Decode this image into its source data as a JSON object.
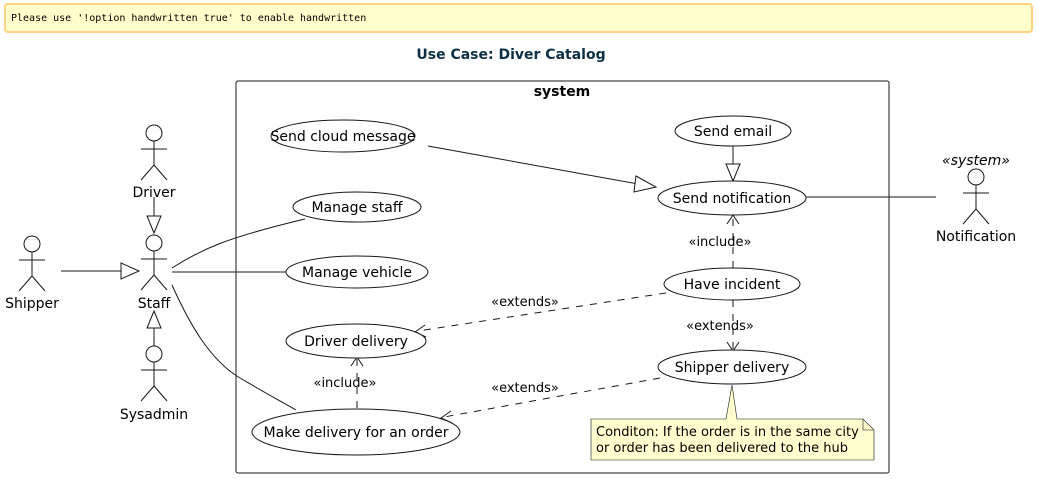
{
  "warning": "Please use '!option handwritten true' to enable handwritten",
  "title": "Use Case: Diver Catalog",
  "system_label": "system",
  "actors": {
    "shipper": "Shipper",
    "staff": "Staff",
    "driver": "Driver",
    "sysadmin": "Sysadmin",
    "notification": "Notification",
    "notification_stereotype": "«system»"
  },
  "use_cases": {
    "send_cloud_message": "Send cloud message",
    "send_email": "Send email",
    "manage_staff": "Manage staff",
    "send_notification": "Send notification",
    "manage_vehicle": "Manage vehicle",
    "have_incident": "Have incident",
    "driver_delivery": "Driver delivery",
    "shipper_delivery": "Shipper delivery",
    "make_delivery": "Make delivery for an order"
  },
  "relations": {
    "include_notification": "«include»",
    "extends_driver": "«extends»",
    "extends_shipper": "«extends»",
    "include_driver": "«include»",
    "extends_make": "«extends»"
  },
  "note": {
    "line1": "Conditon: If the order is in the same city",
    "line2": "or order has been delivered to the hub"
  },
  "colors": {
    "warning_bg": "#ffffcc",
    "warning_border": "#ffd27f",
    "title": "#0b2f44",
    "note_bg": "#fefece"
  }
}
